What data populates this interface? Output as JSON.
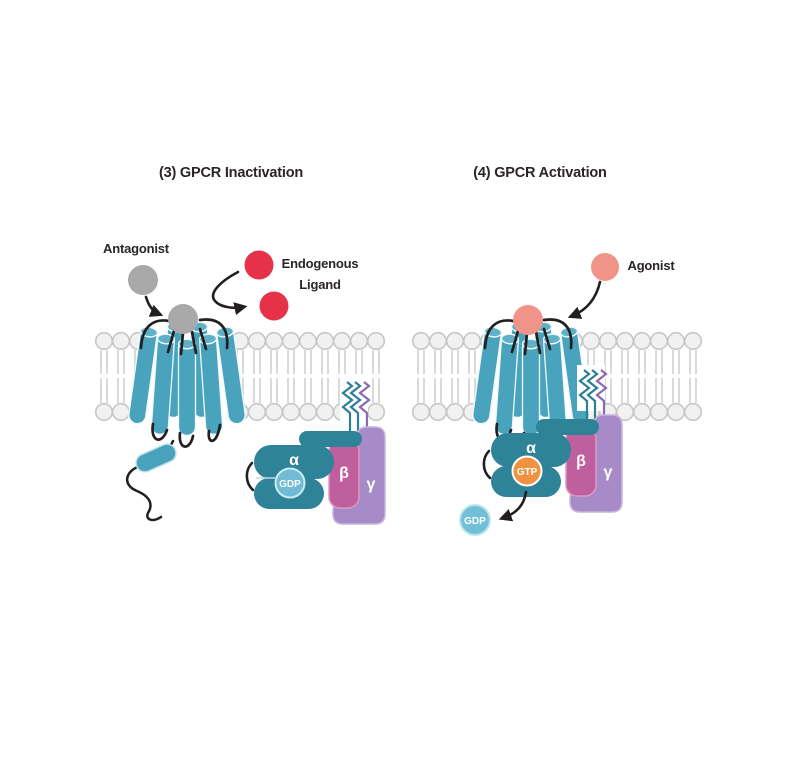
{
  "diagram": {
    "left": {
      "title": "(3) GPCR Inactivation",
      "antagonist": "Antagonist",
      "endogenous_line1": "Endogenous",
      "endogenous_line2": "Ligand",
      "alpha": "α",
      "beta": "β",
      "gamma": "γ",
      "nucleotide": "GDP"
    },
    "right": {
      "title": "(4) GPCR Activation",
      "agonist": "Agonist",
      "alpha": "α",
      "beta": "β",
      "gamma": "γ",
      "nucleotide": "GTP",
      "released_nucleotide": "GDP"
    }
  },
  "colors": {
    "receptor_teal": "#49a3bd",
    "receptor_top": "#5fb1c7",
    "receptor_edge": "#f2f9fb",
    "alpha_teal": "#2f8399",
    "beta_pink": "#c05f9e",
    "beta_outline": "#dc9ac4",
    "gamma_purple": "#a78bc8",
    "gamma_outline": "#c9b4de",
    "gdp_blue": "#6fbcd4",
    "gdp_ring": "#cfeaf2",
    "gdp_free_blue": "#72c0d8",
    "gtp_orange": "#f0923f",
    "ligand_red": "#e63249",
    "agonist_salmon": "#f0948a",
    "antagonist_gray": "#a9a9a9",
    "membrane_head": "#f1f1f1",
    "membrane_head_outline": "#c7c7c7",
    "membrane_tail": "#d6d6d6",
    "anchor_teal": "#2d7f96",
    "anchor_purple": "#8d68b2",
    "line_black": "#231f20",
    "text_dark": "#2a2526"
  }
}
